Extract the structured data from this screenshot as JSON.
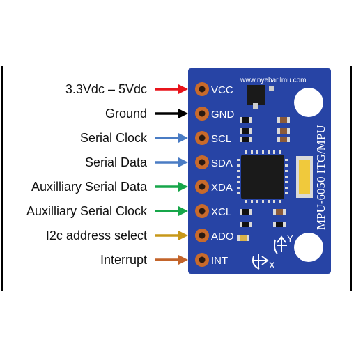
{
  "board": {
    "watermark": "www.nyebarilmu.com",
    "model": "MPU-6050 ITG/MPU",
    "axis_y": "Y",
    "axis_x": "X",
    "colors": {
      "pcb": "#2744a5",
      "pad": "#c86a2b",
      "silkscreen": "#ffffff",
      "chip": "#1a1a1a"
    }
  },
  "pins": [
    {
      "pin": "VCC",
      "label": "3.3Vdc – 5Vdc",
      "arrow_color": "#e8141b"
    },
    {
      "pin": "GND",
      "label": "Ground",
      "arrow_color": "#000000"
    },
    {
      "pin": "SCL",
      "label": "Serial Clock",
      "arrow_color": "#4a7cc4"
    },
    {
      "pin": "SDA",
      "label": "Serial Data",
      "arrow_color": "#4a7cc4"
    },
    {
      "pin": "XDA",
      "label": "Auxilliary Serial Data",
      "arrow_color": "#17a64a"
    },
    {
      "pin": "XCL",
      "label": "Auxilliary Serial Clock",
      "arrow_color": "#17a64a"
    },
    {
      "pin": "ADO",
      "label": "I2c address select",
      "arrow_color": "#c7981a"
    },
    {
      "pin": "INT",
      "label": "Interrupt",
      "arrow_color": "#c3642a"
    }
  ]
}
